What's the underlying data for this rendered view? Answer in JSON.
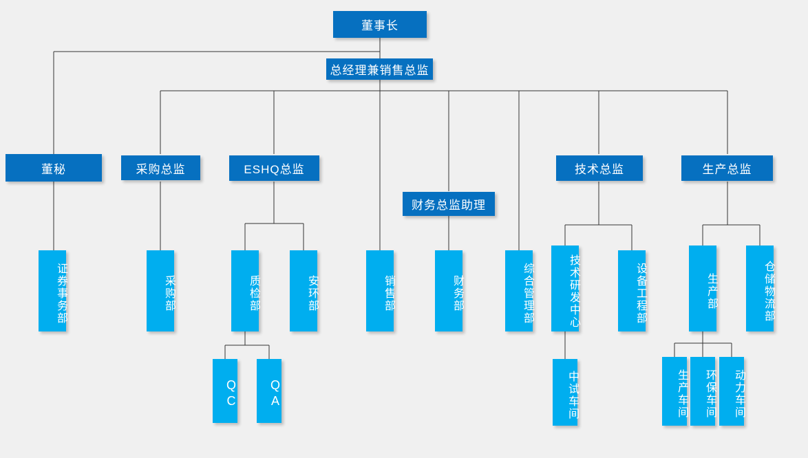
{
  "chart": {
    "title": "组织架构图",
    "background_color": "#f0f0f0",
    "colors": {
      "executive_box": "#0670C0",
      "department_box": "#00AEEF",
      "connector_line": "#333333",
      "text": "#ffffff"
    }
  },
  "nodes": {
    "chairman": {
      "label": "董事长",
      "level": 0,
      "style": "horizontal"
    },
    "gm_sales_director": {
      "label": "总经理兼销售总监",
      "level": 1,
      "style": "horizontal"
    },
    "board_secretary": {
      "label": "董秘",
      "level": 2,
      "style": "horizontal"
    },
    "purchasing_director": {
      "label": "采购总监",
      "level": 2,
      "style": "horizontal"
    },
    "eshq_director": {
      "label": "ESHQ总监",
      "level": 2,
      "style": "horizontal"
    },
    "finance_director_assistant": {
      "label": "财务总监助理",
      "level": 2,
      "style": "horizontal"
    },
    "technical_director": {
      "label": "技术总监",
      "level": 2,
      "style": "horizontal"
    },
    "production_director": {
      "label": "生产总监",
      "level": 2,
      "style": "horizontal"
    },
    "securities_affairs_dept": {
      "label": "证券事务部",
      "level": 3,
      "style": "vertical"
    },
    "purchasing_dept": {
      "label": "采购部",
      "level": 3,
      "style": "vertical"
    },
    "quality_inspection_dept": {
      "label": "质检部",
      "level": 3,
      "style": "vertical"
    },
    "safety_environment_dept": {
      "label": "安环部",
      "level": 3,
      "style": "vertical"
    },
    "sales_dept": {
      "label": "销售部",
      "level": 3,
      "style": "vertical"
    },
    "finance_dept": {
      "label": "财务部",
      "level": 3,
      "style": "vertical"
    },
    "general_management_dept": {
      "label": "综合管理部",
      "level": 3,
      "style": "vertical"
    },
    "rd_center": {
      "label": "技术研发中心",
      "level": 3,
      "style": "vertical"
    },
    "equipment_engineering_dept": {
      "label": "设备工程部",
      "level": 3,
      "style": "vertical"
    },
    "production_dept": {
      "label": "生产部",
      "level": 3,
      "style": "vertical"
    },
    "warehouse_logistics_dept": {
      "label": "仓储物流部",
      "level": 3,
      "style": "vertical"
    },
    "qc": {
      "label": "QC",
      "level": 4,
      "style": "vertical"
    },
    "qa": {
      "label": "QA",
      "level": 4,
      "style": "vertical"
    },
    "pilot_workshop": {
      "label": "中试车间",
      "level": 4,
      "style": "vertical"
    },
    "production_workshop": {
      "label": "生产车间",
      "level": 4,
      "style": "vertical"
    },
    "environmental_workshop": {
      "label": "环保车间",
      "level": 4,
      "style": "vertical"
    },
    "power_workshop": {
      "label": "动力车间",
      "level": 4,
      "style": "vertical"
    }
  },
  "hierarchy": {
    "root": "chairman",
    "edges": [
      {
        "from": "chairman",
        "to": "gm_sales_director"
      },
      {
        "from": "chairman",
        "to": "board_secretary"
      },
      {
        "from": "gm_sales_director",
        "to": "purchasing_director"
      },
      {
        "from": "gm_sales_director",
        "to": "eshq_director"
      },
      {
        "from": "gm_sales_director",
        "to": "sales_dept"
      },
      {
        "from": "gm_sales_director",
        "to": "finance_director_assistant"
      },
      {
        "from": "gm_sales_director",
        "to": "general_management_dept"
      },
      {
        "from": "gm_sales_director",
        "to": "technical_director"
      },
      {
        "from": "gm_sales_director",
        "to": "production_director"
      },
      {
        "from": "board_secretary",
        "to": "securities_affairs_dept"
      },
      {
        "from": "purchasing_director",
        "to": "purchasing_dept"
      },
      {
        "from": "eshq_director",
        "to": "quality_inspection_dept"
      },
      {
        "from": "eshq_director",
        "to": "safety_environment_dept"
      },
      {
        "from": "finance_director_assistant",
        "to": "finance_dept"
      },
      {
        "from": "technical_director",
        "to": "rd_center"
      },
      {
        "from": "technical_director",
        "to": "equipment_engineering_dept"
      },
      {
        "from": "production_director",
        "to": "production_dept"
      },
      {
        "from": "production_director",
        "to": "warehouse_logistics_dept"
      },
      {
        "from": "quality_inspection_dept",
        "to": "qc"
      },
      {
        "from": "quality_inspection_dept",
        "to": "qa"
      },
      {
        "from": "rd_center",
        "to": "pilot_workshop"
      },
      {
        "from": "production_dept",
        "to": "production_workshop"
      },
      {
        "from": "production_dept",
        "to": "environmental_workshop"
      },
      {
        "from": "production_dept",
        "to": "power_workshop"
      }
    ]
  }
}
